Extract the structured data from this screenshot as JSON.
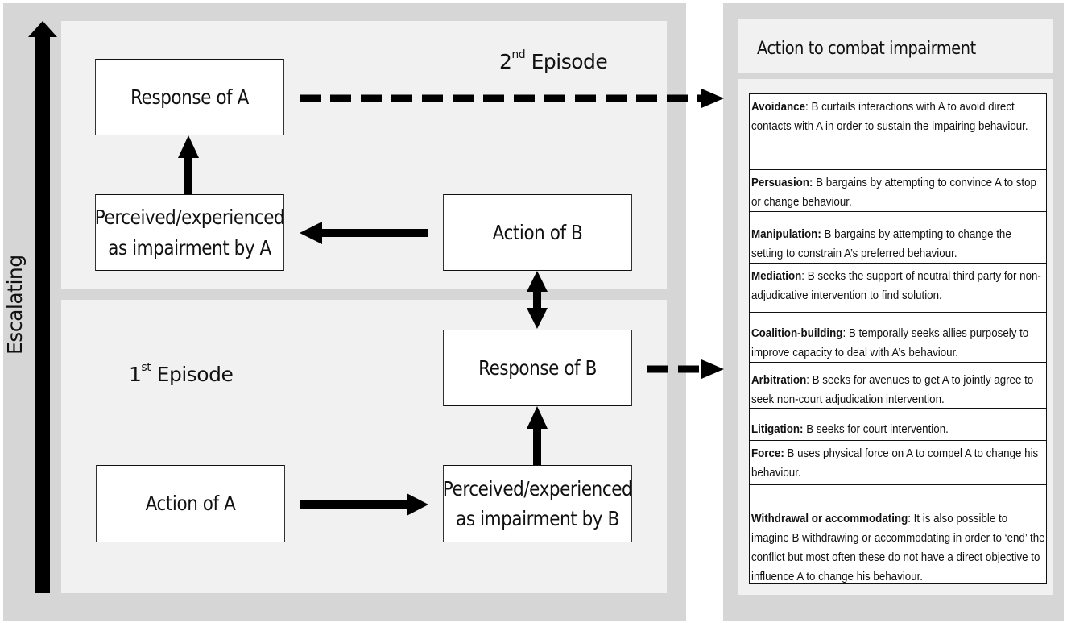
{
  "axis": {
    "label": "Escalating"
  },
  "episodes": {
    "second": {
      "ordinal": "2",
      "suffix": "nd",
      "word": "Episode"
    },
    "first": {
      "ordinal": "1",
      "suffix": "st",
      "word": "Episode"
    }
  },
  "boxes": {
    "response_a": "Response of A",
    "perceived_a_line1": "Perceived/experienced",
    "perceived_a_line2": "as impairment by A",
    "action_b": "Action of B",
    "response_b": "Response of B",
    "action_a": "Action of A",
    "perceived_b_line1": "Perceived/experienced",
    "perceived_b_line2": "as impairment by B"
  },
  "right_panel": {
    "header": "Action to combat impairment",
    "strategies": [
      {
        "term": "Avoidance",
        "sep": ": ",
        "text": "B curtails interactions with A to avoid direct contacts with A in order to sustain the impairing behaviour."
      },
      {
        "term": "Persuasion:",
        "sep": " ",
        "text": "B bargains by attempting to convince A to stop or change behaviour."
      },
      {
        "term": "Manipulation:",
        "sep": " ",
        "text": "B bargains by attempting to change the setting to constrain A’s preferred behaviour."
      },
      {
        "term": "Mediation",
        "sep": ": ",
        "text": "B seeks the support of neutral third party for non-adjudicative intervention to find solution."
      },
      {
        "term": "Coalition-building",
        "sep": ": ",
        "text": "B temporally seeks allies purposely to improve capacity to deal with A’s behaviour."
      },
      {
        "term": "Arbitration",
        "sep": ": ",
        "text": "B seeks for avenues to get A to jointly agree to seek non-court adjudication intervention."
      },
      {
        "term": "Litigation:",
        "sep": " ",
        "text": "B seeks for court intervention."
      },
      {
        "term": "Force:",
        "sep": " ",
        "text": "B uses physical force on A to compel A to change his behaviour."
      },
      {
        "term": "Withdrawal or accommodating",
        "sep": ": ",
        "text": "It is also possible to imagine B withdrawing or accommodating in order to ‘end’ the conflict but most often these do not have a direct objective to influence A to change his behaviour."
      }
    ]
  }
}
